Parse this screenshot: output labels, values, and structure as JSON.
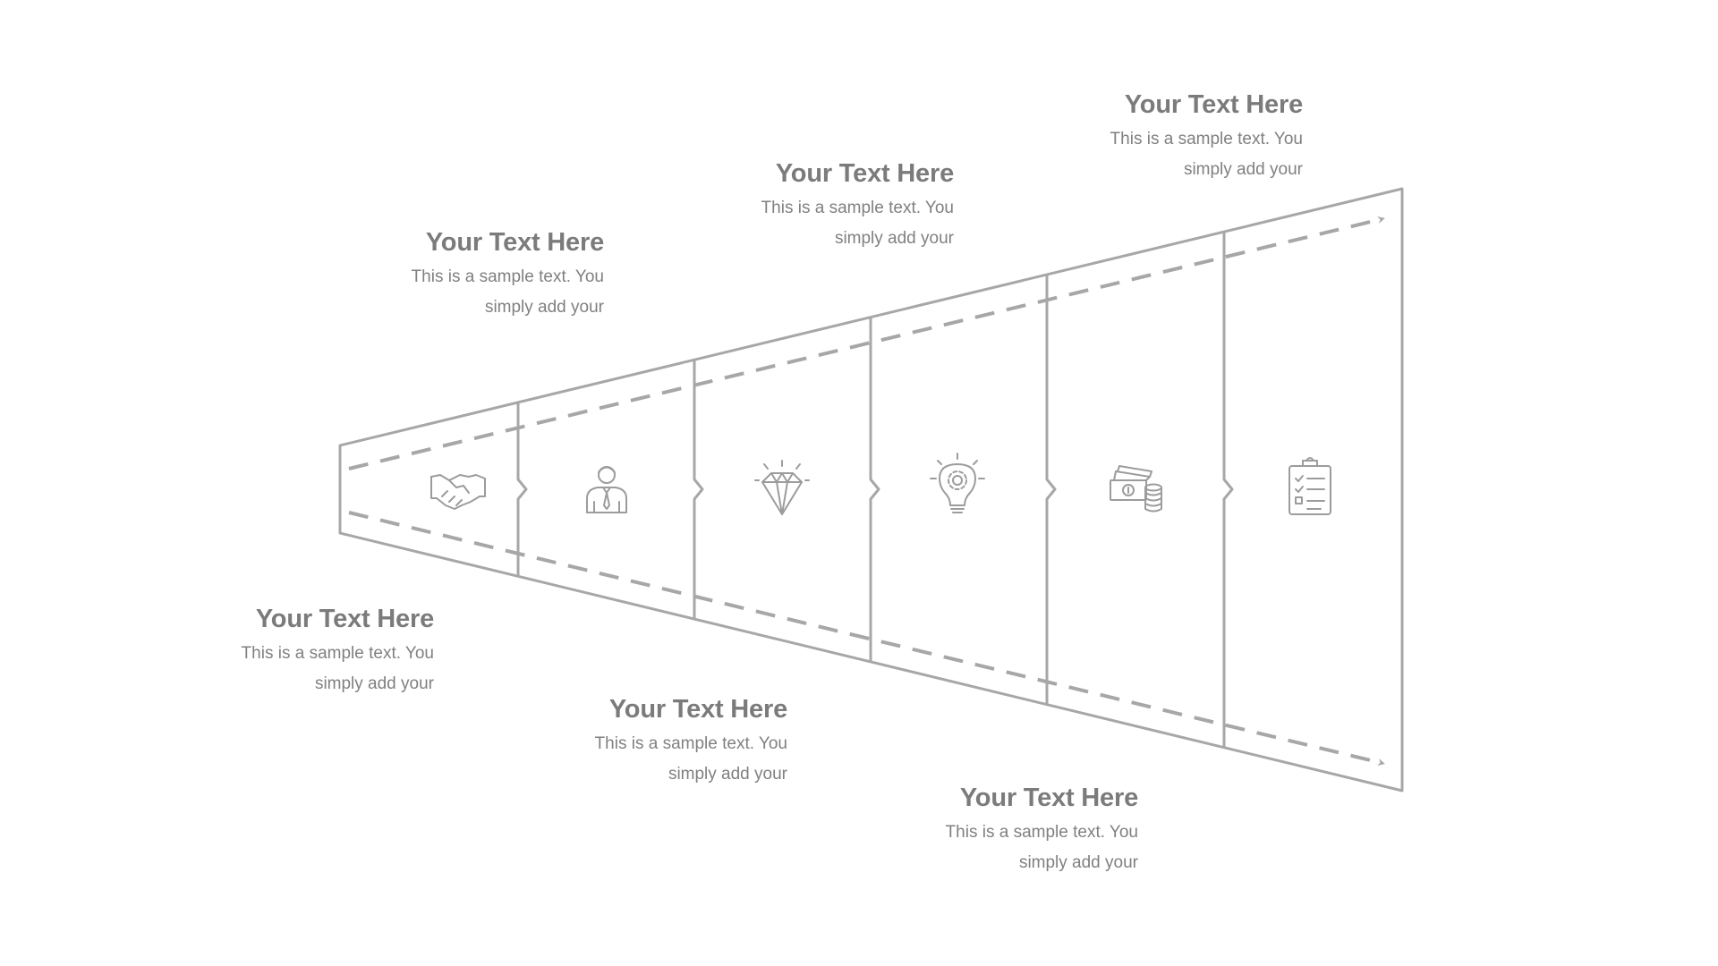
{
  "colors": {
    "line": "#a7a7a7",
    "icon": "#9c9c9c",
    "title": "#7b7b7b",
    "text": "#808080"
  },
  "labels": [
    {
      "title": "Your Text Here",
      "desc": "This is a sample text. You simply add your"
    },
    {
      "title": "Your Text Here",
      "desc": "This is a sample text. You simply add your"
    },
    {
      "title": "Your Text Here",
      "desc": "This is a sample text. You simply add your"
    },
    {
      "title": "Your Text Here",
      "desc": "This is a sample text. You simply add your"
    },
    {
      "title": "Your Text Here",
      "desc": "This is a sample text. You simply add your"
    },
    {
      "title": "Your Text Here",
      "desc": "This is a sample text. You simply add your"
    }
  ],
  "icons": [
    "handshake-icon",
    "businessman-icon",
    "diamond-icon",
    "lightbulb-gear-icon",
    "money-coins-icon",
    "clipboard-checklist-icon"
  ]
}
